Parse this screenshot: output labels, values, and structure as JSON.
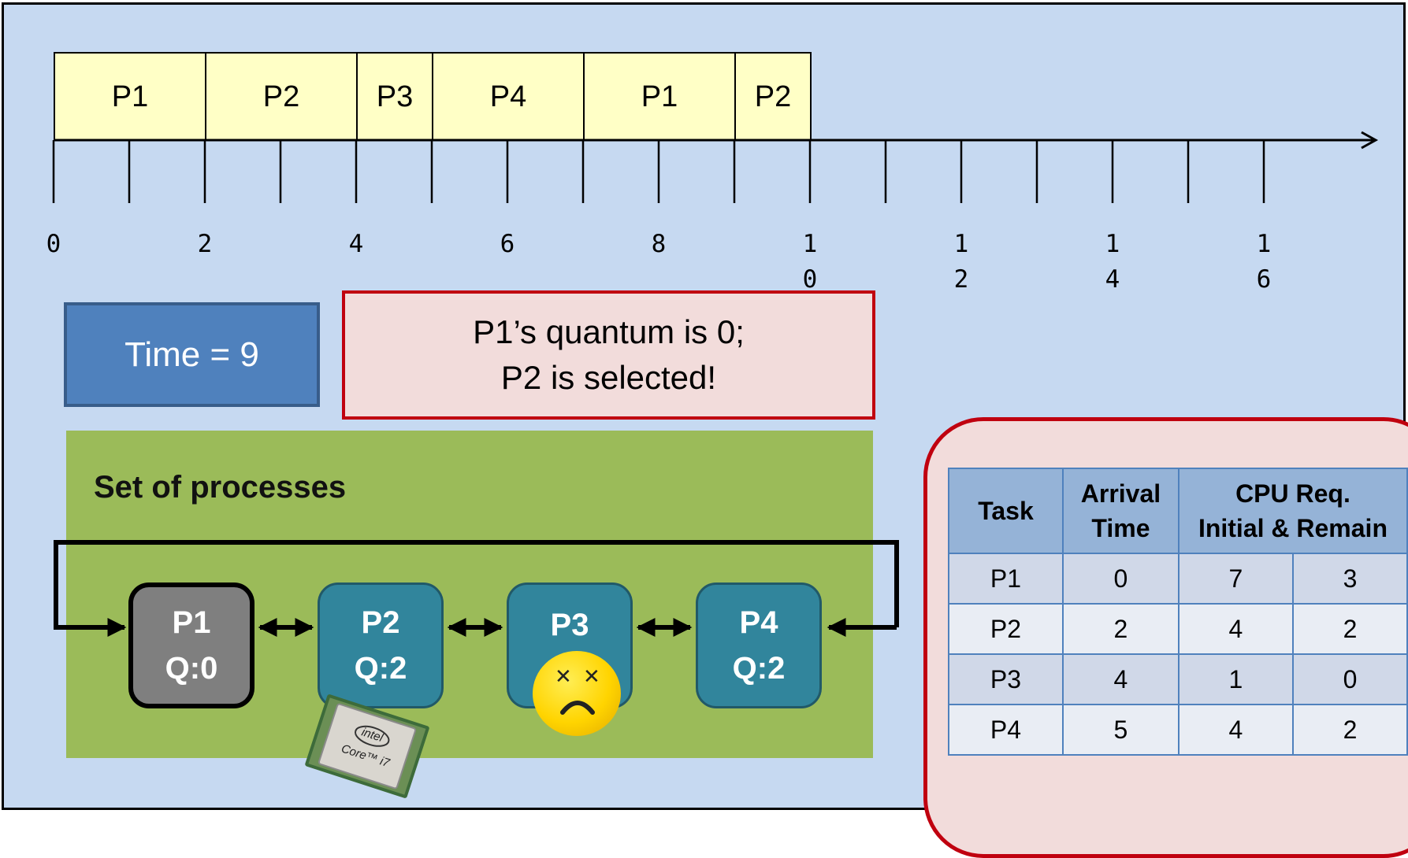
{
  "gantt": {
    "segments": [
      {
        "label": "P1",
        "start": 0,
        "end": 2
      },
      {
        "label": "P2",
        "start": 2,
        "end": 4
      },
      {
        "label": "P3",
        "start": 4,
        "end": 5
      },
      {
        "label": "P4",
        "start": 5,
        "end": 7
      },
      {
        "label": "P1",
        "start": 7,
        "end": 9
      },
      {
        "label": "P2",
        "start": 9,
        "end": 10
      }
    ],
    "tick_labels": [
      "0",
      "2",
      "4",
      "6",
      "8",
      "1\n0",
      "1\n2",
      "1\n4",
      "1\n6"
    ]
  },
  "time_label": "Time = 9",
  "message": {
    "line1": "P1’s quantum is 0;",
    "line2": "P2 is selected!"
  },
  "processes": {
    "title": "Set of processes",
    "items": [
      {
        "name": "P1",
        "quantum": "Q:0"
      },
      {
        "name": "P2",
        "quantum": "Q:2"
      },
      {
        "name": "P3",
        "quantum": ""
      },
      {
        "name": "P4",
        "quantum": "Q:2"
      }
    ]
  },
  "chip": {
    "brand": "intel",
    "model": "Core™ i7"
  },
  "table": {
    "headers": {
      "task": "Task",
      "arrival_line1": "Arrival",
      "arrival_line2": "Time",
      "cpu_line1": "CPU Req.",
      "cpu_line2": "Initial & Remain"
    },
    "rows": [
      {
        "task": "P1",
        "arrival": "0",
        "initial": "7",
        "remain": "3"
      },
      {
        "task": "P2",
        "arrival": "2",
        "initial": "4",
        "remain": "2"
      },
      {
        "task": "P3",
        "arrival": "4",
        "initial": "1",
        "remain": "0"
      },
      {
        "task": "P4",
        "arrival": "5",
        "initial": "4",
        "remain": "2"
      }
    ]
  },
  "colors": {
    "background": "#c6d9f1",
    "gantt_fill": "#ffffc6",
    "time_box": "#4f81bd",
    "message_box": "#f2dcdb",
    "message_border": "#c0000f",
    "process_area": "#9bbb59",
    "process_ready": "#31859c",
    "process_idle": "#7f7f7f"
  }
}
